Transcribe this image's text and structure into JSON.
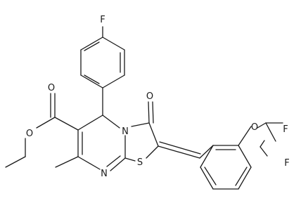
{
  "molecule": {
    "atom_labels": {
      "f_aryl": "F",
      "f_cf2_top": "F",
      "f_cf2_bottom": "F",
      "o_ether": "O",
      "o_carbonyl_ring": "O",
      "o_ester_carbonyl": "O",
      "o_ester_alkoxy": "O",
      "n_bridge": "N",
      "n_ring": "N",
      "s_ring": "S"
    },
    "bond_color": "#1a1a1a",
    "background": "#ffffff"
  }
}
